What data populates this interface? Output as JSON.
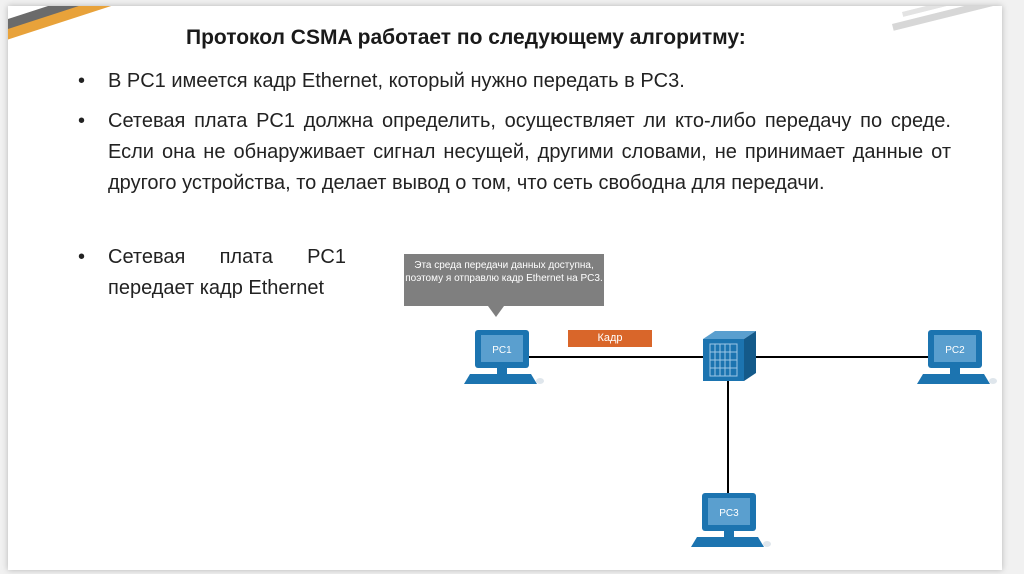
{
  "slide": {
    "title": "Протокол CSMA работает по следующему алгоритму:",
    "bullets": [
      {
        "marker": "•",
        "text": "В PC1 имеется кадр Ethernet, который нужно передать в PC3."
      },
      {
        "marker": "•",
        "text": "Сетевая плата PC1 должна определить, осуществляет ли кто-либо передачу по среде. Если она не обнаруживает сигнал несущей, другими словами, не принимает данные от другого устройства, то делает вывод о том, что сеть свободна для передачи."
      },
      {
        "marker": "•",
        "text": "Сетевая плата PC1 передает кадр Ethernet"
      }
    ]
  },
  "diagram": {
    "tooltip": "Эта среда передачи данных доступна, поэтому я отправлю кадр Ethernet на PC3.",
    "frame_label": "Кадр",
    "pcs": {
      "pc1": "PC1",
      "pc2": "PC2",
      "pc3": "PC3"
    },
    "colors": {
      "monitor": "#1c74b0",
      "screen": "#5a9fcf",
      "switch": "#1c74b0",
      "frame": "#d9662a",
      "tooltip": "#7f7f7f",
      "wire": "#000000"
    }
  }
}
